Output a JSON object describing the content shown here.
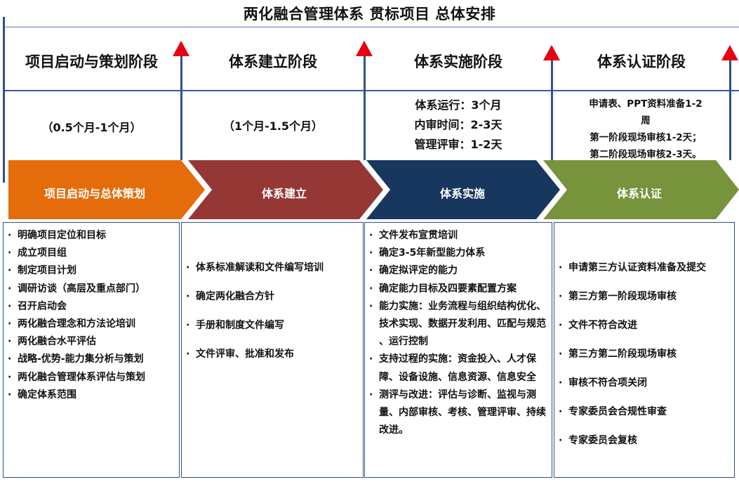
{
  "title": "两化融合管理体系 贯标项目 总体安排",
  "stages": [
    {
      "name": "项目启动与策划阶段",
      "duration": [
        "（0.5个月-1个月）"
      ]
    },
    {
      "name": "体系建立阶段",
      "duration": [
        "（1个月-1.5个月）"
      ]
    },
    {
      "name": "体系实施阶段",
      "duration": [
        "体系运行：3个月",
        "内审时间：2-3天",
        "管理评审：1-2天"
      ]
    },
    {
      "name": "体系认证阶段",
      "duration": [
        "申请表、PPT资料准备1-2",
        "周",
        "第一阶段现场审核1-2天；",
        "第二阶段现场审核2-3天。"
      ]
    }
  ],
  "phases": [
    {
      "label": "项目启动与总体策划",
      "color": "#e46c0a"
    },
    {
      "label": "体系建立",
      "color": "#953735"
    },
    {
      "label": "体系实施",
      "color": "#17375e"
    },
    {
      "label": "体系认证",
      "color": "#77933c"
    }
  ],
  "tasks": [
    [
      "明确项目定位和目标",
      "成立项目组",
      "制定项目计划",
      "调研访谈（高层及重点部门）",
      "召开启动会",
      "两化融合理念和方法论培训",
      "两化融合水平评估",
      "战略-优势-能力集分析与策划",
      "两化融合管理体系评估与策划",
      "确定体系范围"
    ],
    [
      "体系标准解读和文件编写培训",
      "确定两化融合方针",
      "手册和制度文件编写",
      "文件评审、批准和发布"
    ],
    [
      "文件发布宣贯培训",
      "确定3-5年新型能力体系",
      "确定拟评定的能力",
      "确定能力目标及四要素配置方案",
      "能力实施：业务流程与组织结构优化、技术实现、数据开发利用、匹配与规范 、运行控制",
      "支持过程的实施：资金投入、人才保障、设备设施、信息资源、信息安全",
      "测评与改进：评估与诊断、监视与测量、内部审核、考核、管理评审、持续改进。"
    ],
    [
      "申请第三方认证资料准备及提交",
      "第三方第一阶段现场审核",
      "文件不符合改进",
      "第三方第二阶段现场审核",
      "审核不符合项关闭",
      "专家委员会合规性审查",
      "专家委员会复核"
    ]
  ],
  "bullet": "·",
  "colors": {
    "line": "#2f4f8f",
    "arrow": "#e60012"
  }
}
